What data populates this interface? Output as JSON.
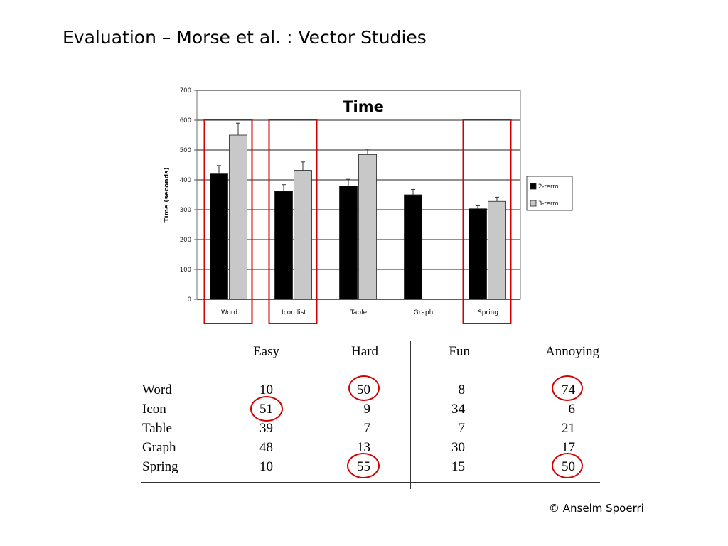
{
  "slide": {
    "title": "Evaluation – Morse et al. : Vector Studies",
    "copyright": "© Anselm Spoerri"
  },
  "chart_data": {
    "type": "bar",
    "title": "Time",
    "ylabel": "Time (seconds)",
    "xlabel": "",
    "ylim": [
      0,
      700
    ],
    "yticks": [
      0,
      100,
      200,
      300,
      400,
      500,
      600,
      700
    ],
    "grid": true,
    "legend_position": "right",
    "categories": [
      "Word",
      "Icon list",
      "Table",
      "Graph",
      "Spring"
    ],
    "series": [
      {
        "name": "2-term",
        "color": "#000000",
        "values": [
          420,
          362,
          380,
          350,
          303
        ],
        "errors": [
          28,
          22,
          22,
          18,
          10
        ]
      },
      {
        "name": "3-term",
        "color": "#c8c8c8",
        "values": [
          550,
          432,
          485,
          null,
          328
        ],
        "errors": [
          40,
          28,
          18,
          null,
          14
        ]
      }
    ],
    "highlighted_categories": [
      "Word",
      "Icon list",
      "Spring"
    ],
    "highlight_color": "#d40000"
  },
  "survey_table": {
    "columns": [
      "Easy",
      "Hard",
      "Fun",
      "Annoying"
    ],
    "rows": [
      {
        "label": "Word",
        "values": [
          "10",
          "50",
          "8",
          "74"
        ]
      },
      {
        "label": "Icon",
        "values": [
          "51",
          "9",
          "34",
          "6"
        ]
      },
      {
        "label": "Table",
        "values": [
          "39",
          "7",
          "7",
          "21"
        ]
      },
      {
        "label": "Graph",
        "values": [
          "48",
          "13",
          "30",
          "17"
        ]
      },
      {
        "label": "Spring",
        "values": [
          "10",
          "55",
          "15",
          "50"
        ]
      }
    ],
    "circled_cells": [
      [
        0,
        1
      ],
      [
        0,
        3
      ],
      [
        1,
        0
      ],
      [
        4,
        1
      ],
      [
        4,
        3
      ]
    ],
    "circle_color": "#d40000"
  }
}
